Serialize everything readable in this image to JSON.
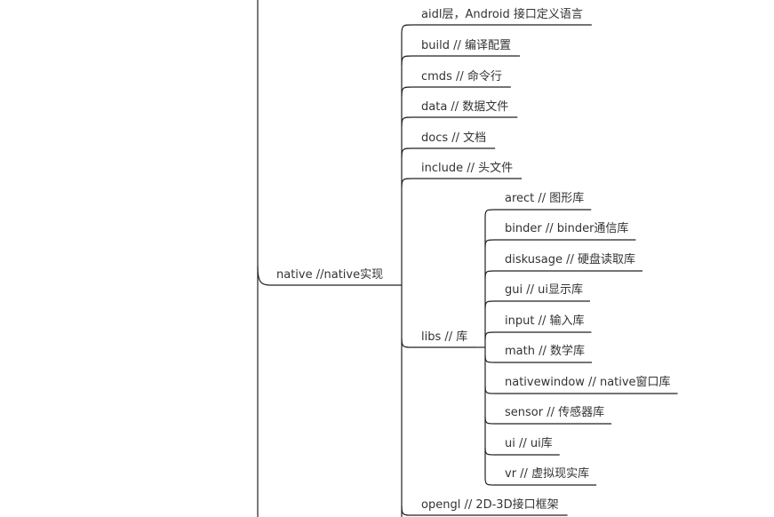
{
  "mindmap": {
    "root": {
      "label": "native //native实现"
    },
    "children": [
      {
        "label": "aidl层，Android 接口定义语言"
      },
      {
        "label": "build // 编译配置"
      },
      {
        "label": "cmds // 命令行"
      },
      {
        "label": "data // 数据文件"
      },
      {
        "label": "docs // 文档"
      },
      {
        "label": "include // 头文件"
      },
      {
        "label": "libs // 库",
        "children": [
          {
            "label": "arect // 图形库"
          },
          {
            "label": "binder // binder通信库"
          },
          {
            "label": "diskusage // 硬盘读取库"
          },
          {
            "label": "gui // ui显示库"
          },
          {
            "label": "input // 输入库"
          },
          {
            "label": "math // 数学库"
          },
          {
            "label": "nativewindow // native窗口库"
          },
          {
            "label": "sensor // 传感器库"
          },
          {
            "label": "ui // ui库"
          },
          {
            "label": "vr // 虚拟现实库"
          }
        ]
      },
      {
        "label": "opengl // 2D-3D接口框架"
      }
    ]
  }
}
